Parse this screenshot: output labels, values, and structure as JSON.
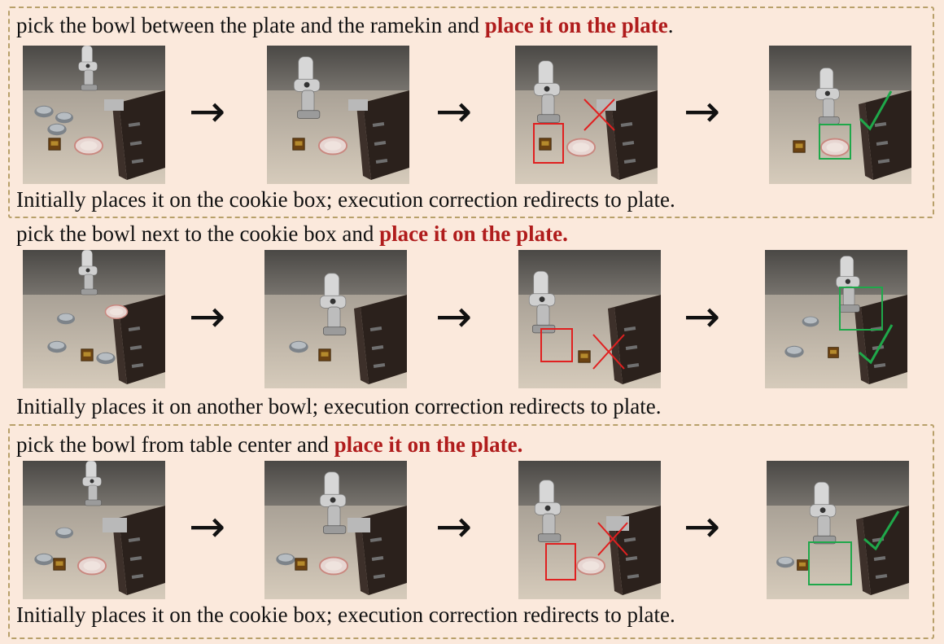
{
  "rows": [
    {
      "instruction_plain": "pick the bowl between the plate and the ramekin and ",
      "instruction_highlight": "place it on the plate",
      "instruction_tail": ".",
      "caption": "Initially places it on the cookie box; execution correction redirects to plate.",
      "arrow": "→",
      "bordered": true
    },
    {
      "instruction_plain": "pick the bowl next to the cookie box and ",
      "instruction_highlight": "place it on the plate.",
      "instruction_tail": "",
      "caption": "Initially places it on another bowl; execution correction redirects to plate.",
      "arrow": "→",
      "bordered": false
    },
    {
      "instruction_plain": "pick the bowl from table center and ",
      "instruction_highlight": "place it on the plate.",
      "instruction_tail": "",
      "caption": "Initially places it on the cookie box; execution correction redirects to plate.",
      "arrow": "→",
      "bordered": true
    }
  ],
  "colors": {
    "background": "#fbe9dc",
    "highlight": "#b01c1c",
    "dash_border": "#b8a06a",
    "wrong_box": "#e02020",
    "correct_box": "#1fa84a"
  },
  "icons": [
    "arrow-right-icon",
    "cross-mark-icon",
    "check-mark-icon"
  ]
}
